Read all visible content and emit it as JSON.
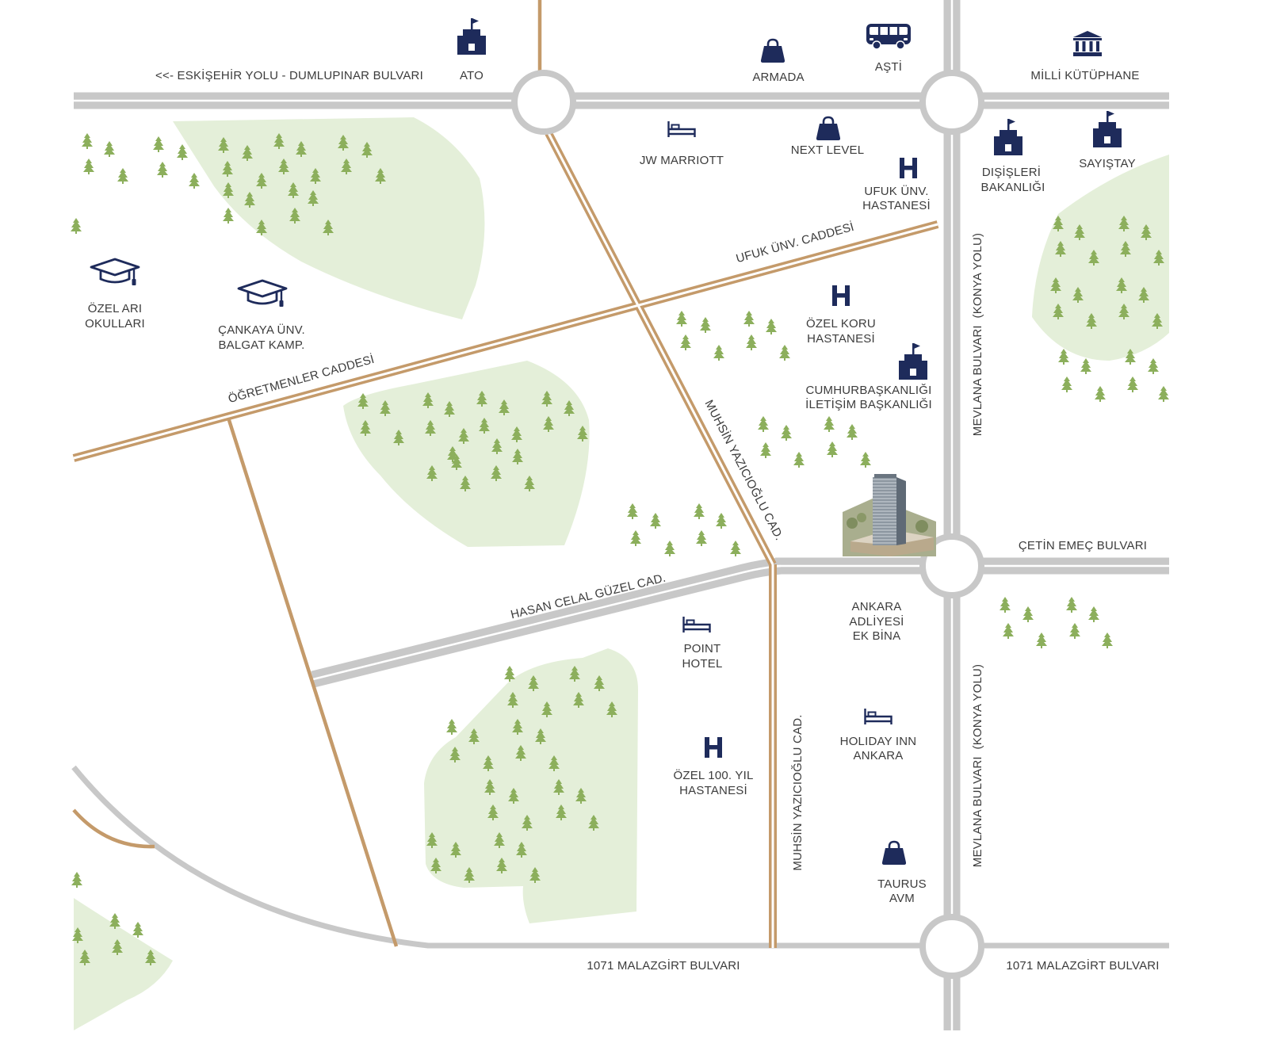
{
  "colors": {
    "road_gray": "#c8c8c8",
    "road_brown": "#c49a6a",
    "park": "#e4efd9",
    "tree": "#8caf5c",
    "icon_navy": "#1e2b5b",
    "label": "#3c3c3c"
  },
  "roads": {
    "eskisehir_yolu": "<<- ESKİŞEHİR YOLU - DUMLUPINAR BULVARI",
    "ufuk_unv_caddesi": "UFUK ÜNV. CADDESİ",
    "ogretmenler_caddesi": "ÖĞRETMENLER CADDESİ",
    "muhsin_yazicioglu_north": "MUHSİN YAZICIOĞLU CAD.",
    "muhsin_yazicioglu_south": "MUHSİN YAZICIOĞLU CAD.",
    "mevlana_north": "MEVLANA BULVARI  (KONYA YOLU)",
    "mevlana_south": "MEVLANA BULVARI  (KONYA YOLU)",
    "cetin_emec": "ÇETİN EMEÇ BULVARI",
    "hasan_celal_guzel": "HASAN CELAL GÜZEL CAD.",
    "malazgirt_west": "1071 MALAZGİRT BULVARI",
    "malazgirt_east": "1071 MALAZGİRT BULVARI"
  },
  "places": {
    "ato": {
      "icon": "government-building-icon",
      "lines": [
        "ATO"
      ]
    },
    "armada": {
      "icon": "shopping-bag-icon",
      "lines": [
        "ARMADA"
      ]
    },
    "asti": {
      "icon": "bus-icon",
      "lines": [
        "AŞTİ"
      ]
    },
    "milli_kutuphane": {
      "icon": "library-icon",
      "lines": [
        "MİLLİ KÜTÜPHANE"
      ]
    },
    "jw_marriott": {
      "icon": "bed-icon",
      "lines": [
        "JW MARRIOTT"
      ]
    },
    "next_level": {
      "icon": "shopping-bag-icon",
      "lines": [
        "NEXT LEVEL"
      ]
    },
    "ufuk_hastanesi": {
      "icon": "hospital-icon",
      "lines": [
        "UFUK ÜNV.",
        "HASTANESİ"
      ]
    },
    "disisleri": {
      "icon": "government-building-icon",
      "lines": [
        "DIŞİŞLERİ",
        "BAKANLIĞI"
      ]
    },
    "sayistay": {
      "icon": "government-building-icon",
      "lines": [
        "SAYIŞTAY"
      ]
    },
    "ozel_ari": {
      "icon": "graduation-cap-icon",
      "lines": [
        "ÖZEL ARI",
        "OKULLARI"
      ]
    },
    "cankaya_unv": {
      "icon": "graduation-cap-icon",
      "lines": [
        "ÇANKAYA ÜNV.",
        "BALGAT KAMP."
      ]
    },
    "ozel_koru": {
      "icon": "hospital-icon",
      "lines": [
        "ÖZEL KORU",
        "HASTANESİ"
      ]
    },
    "cumhurbaskanligi": {
      "icon": "government-building-icon",
      "lines": [
        "CUMHURBAŞKANLIĞI",
        "İLETİŞİM BAŞKANLIĞI"
      ]
    },
    "ankara_adliyesi": {
      "lines": [
        "ANKARA",
        "ADLİYESİ",
        "EK BİNA"
      ]
    },
    "point_hotel": {
      "icon": "bed-icon",
      "lines": [
        "POINT",
        "HOTEL"
      ]
    },
    "holiday_inn": {
      "icon": "bed-icon",
      "lines": [
        "HOLIDAY INN",
        "ANKARA"
      ]
    },
    "ozel_100_yil": {
      "icon": "hospital-icon",
      "lines": [
        "ÖZEL 100. YIL",
        "HASTANESİ"
      ]
    },
    "taurus": {
      "icon": "shopping-bag-icon",
      "lines": [
        "TAURUS",
        "AVM"
      ]
    }
  }
}
